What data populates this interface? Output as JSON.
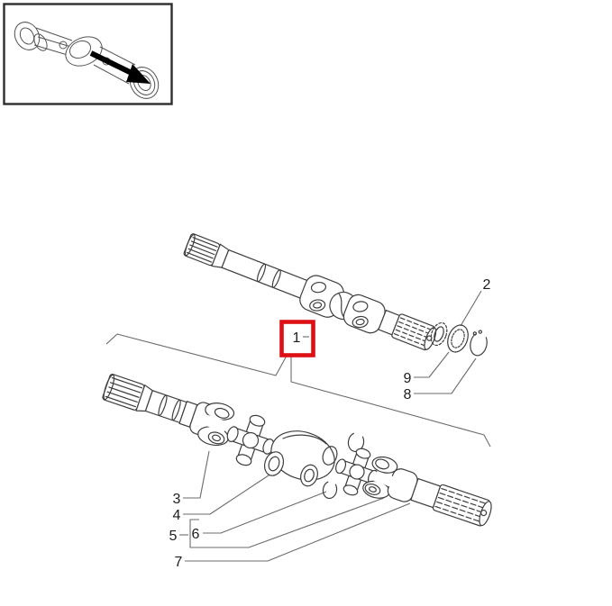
{
  "diagram": {
    "title_hint": "driveshaft exploded parts diagram",
    "selected_callout": "1",
    "callouts": {
      "c1": "1",
      "c2": "2",
      "c3": "3",
      "c4": "4",
      "c5": "5",
      "c6": "6",
      "c7": "7",
      "c8": "8",
      "c9": "9"
    }
  },
  "colors": {
    "highlight": "#dc1015",
    "line": "#3e3e3e",
    "leader": "#6b6b6b",
    "label": "#1d1d1d"
  }
}
